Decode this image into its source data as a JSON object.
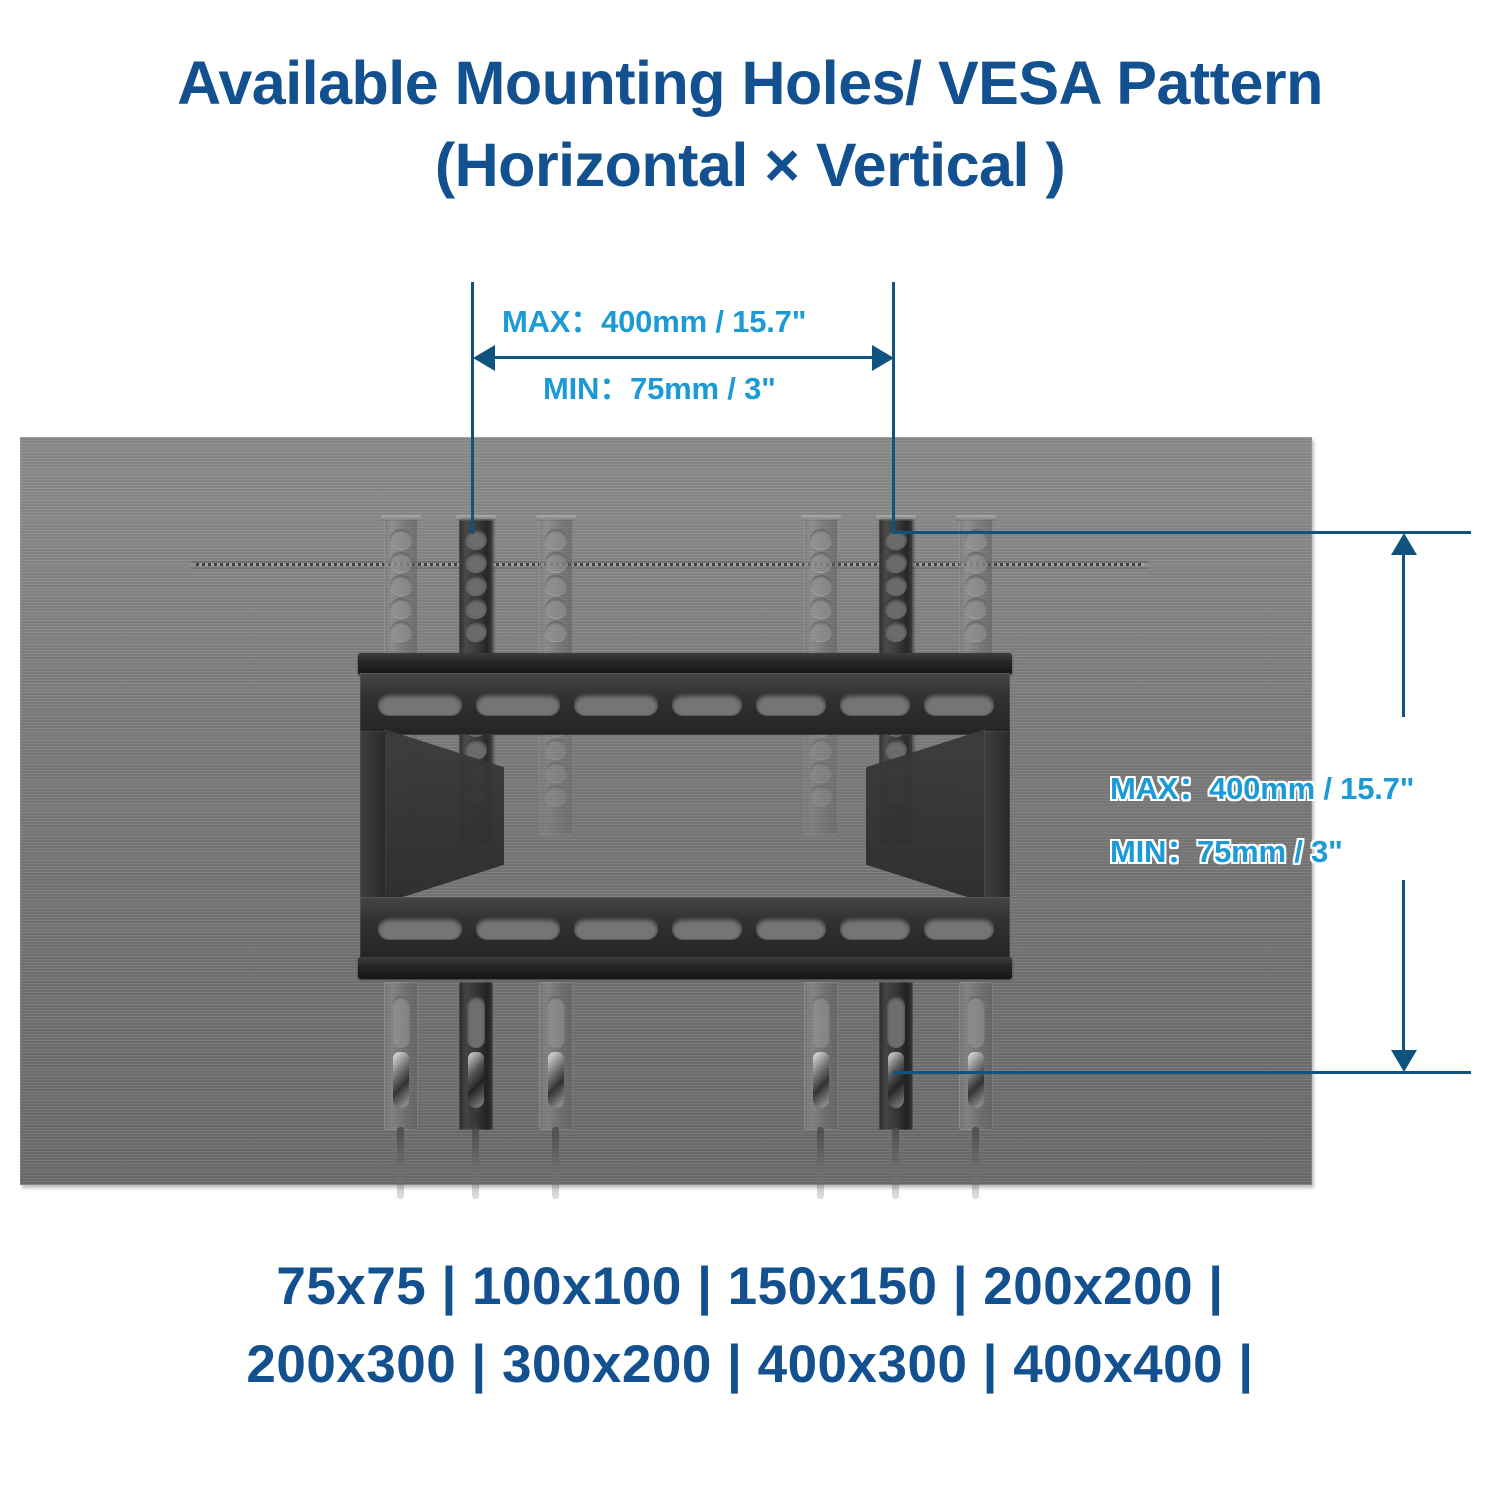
{
  "title": {
    "line1": "Available Mounting Holes/ VESA Pattern",
    "line2": "(Horizontal × Vertical )"
  },
  "colors": {
    "title_blue": "#12508F",
    "dimension_cyan": "#1B9AD6",
    "dimension_line": "#10537F",
    "panel_gray": "#7e7e7e",
    "bracket_black": "#2a2a2a"
  },
  "dimensions": {
    "horizontal": {
      "axis": "Horizontal",
      "max_label": "MAX：400mm / 15.7\"",
      "min_label": "MIN：75mm / 3\"",
      "max_mm": 400,
      "max_in": 15.7,
      "min_mm": 75,
      "min_in": 3
    },
    "vertical": {
      "axis": "Vertical",
      "max_label": "MAX：400mm / 15.7\"",
      "min_label": "MIN：75mm / 3\"",
      "max_mm": 400,
      "max_in": 15.7,
      "min_mm": 75,
      "min_in": 3
    }
  },
  "vesa_patterns": {
    "row1": "75x75 | 100x100 | 150x150 | 200x200 |",
    "row2": "200x300 | 300x200 | 400x300 | 400x400 |",
    "values": [
      "75x75",
      "100x100",
      "150x150",
      "200x200",
      "200x300",
      "300x200",
      "400x300",
      "400x400"
    ]
  }
}
